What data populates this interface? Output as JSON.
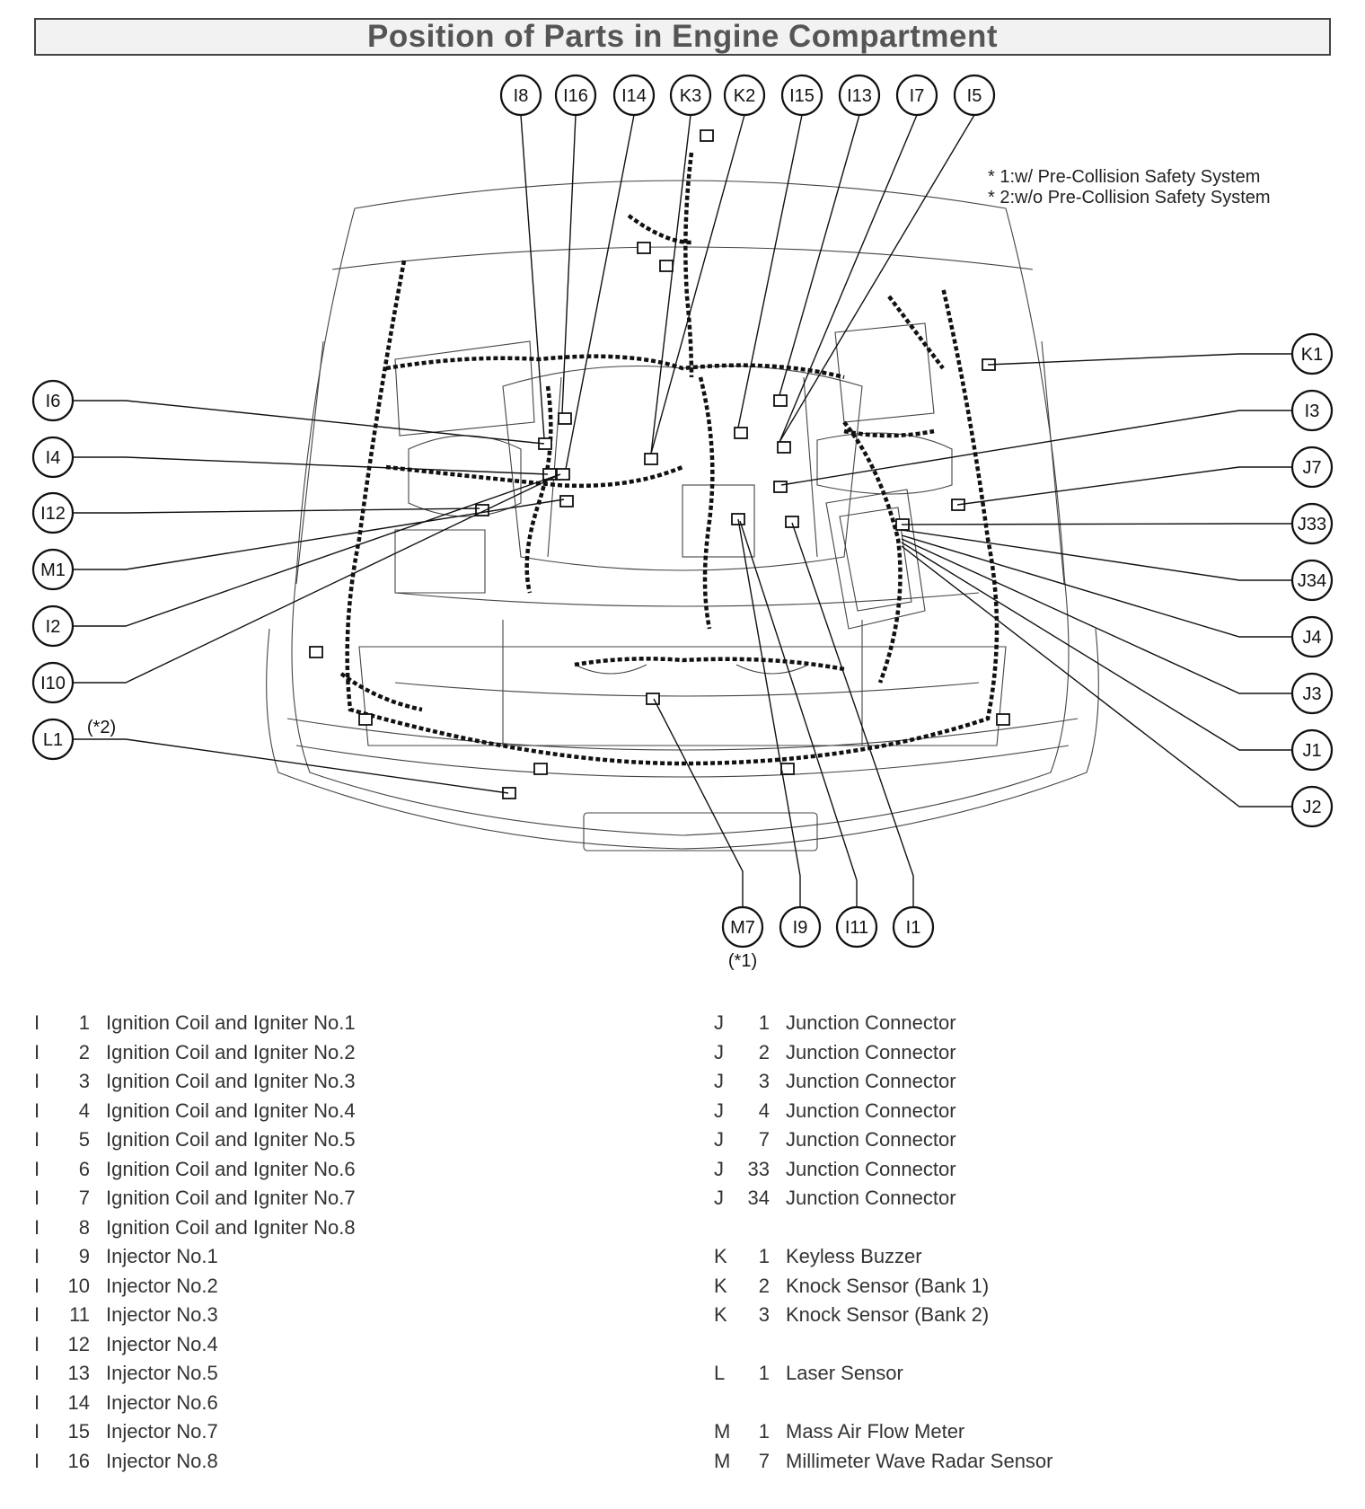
{
  "title": "Position of Parts in Engine Compartment",
  "notes": [
    "* 1:w/ Pre-Collision Safety System",
    "* 2:w/o Pre-Collision Safety System"
  ],
  "callouts": {
    "top": [
      "I8",
      "I16",
      "I14",
      "K3",
      "K2",
      "I15",
      "I13",
      "I7",
      "I5"
    ],
    "left": [
      "I6",
      "I4",
      "I12",
      "M1",
      "I2",
      "I10",
      "L1"
    ],
    "right": [
      "K1",
      "I3",
      "J7",
      "J33",
      "J34",
      "J4",
      "J3",
      "J1",
      "J2"
    ],
    "bottom": [
      "M7",
      "I9",
      "I11",
      "I1"
    ],
    "l1_note": "(*2)",
    "m7_note": "(*1)"
  },
  "legend_left": [
    {
      "letter": "I",
      "num": "1",
      "desc": "Ignition Coil and Igniter No.1"
    },
    {
      "letter": "I",
      "num": "2",
      "desc": "Ignition Coil and Igniter No.2"
    },
    {
      "letter": "I",
      "num": "3",
      "desc": "Ignition Coil and Igniter No.3"
    },
    {
      "letter": "I",
      "num": "4",
      "desc": "Ignition Coil and Igniter No.4"
    },
    {
      "letter": "I",
      "num": "5",
      "desc": "Ignition Coil and Igniter No.5"
    },
    {
      "letter": "I",
      "num": "6",
      "desc": "Ignition Coil and Igniter No.6"
    },
    {
      "letter": "I",
      "num": "7",
      "desc": "Ignition Coil and Igniter No.7"
    },
    {
      "letter": "I",
      "num": "8",
      "desc": "Ignition Coil and Igniter No.8"
    },
    {
      "letter": "I",
      "num": "9",
      "desc": "Injector No.1"
    },
    {
      "letter": "I",
      "num": "10",
      "desc": "Injector No.2"
    },
    {
      "letter": "I",
      "num": "11",
      "desc": "Injector No.3"
    },
    {
      "letter": "I",
      "num": "12",
      "desc": "Injector No.4"
    },
    {
      "letter": "I",
      "num": "13",
      "desc": "Injector No.5"
    },
    {
      "letter": "I",
      "num": "14",
      "desc": "Injector No.6"
    },
    {
      "letter": "I",
      "num": "15",
      "desc": "Injector No.7"
    },
    {
      "letter": "I",
      "num": "16",
      "desc": "Injector No.8"
    }
  ],
  "legend_right": [
    {
      "letter": "J",
      "num": "1",
      "desc": "Junction Connector"
    },
    {
      "letter": "J",
      "num": "2",
      "desc": "Junction Connector"
    },
    {
      "letter": "J",
      "num": "3",
      "desc": "Junction Connector"
    },
    {
      "letter": "J",
      "num": "4",
      "desc": "Junction Connector"
    },
    {
      "letter": "J",
      "num": "7",
      "desc": "Junction Connector"
    },
    {
      "letter": "J",
      "num": "33",
      "desc": "Junction Connector"
    },
    {
      "letter": "J",
      "num": "34",
      "desc": "Junction Connector"
    },
    null,
    {
      "letter": "K",
      "num": "1",
      "desc": "Keyless Buzzer"
    },
    {
      "letter": "K",
      "num": "2",
      "desc": "Knock Sensor (Bank 1)"
    },
    {
      "letter": "K",
      "num": "3",
      "desc": "Knock Sensor (Bank 2)"
    },
    null,
    {
      "letter": "L",
      "num": "1",
      "desc": "Laser Sensor"
    },
    null,
    {
      "letter": "M",
      "num": "1",
      "desc": "Mass Air Flow Meter"
    },
    {
      "letter": "M",
      "num": "7",
      "desc": "Millimeter Wave Radar Sensor"
    }
  ]
}
